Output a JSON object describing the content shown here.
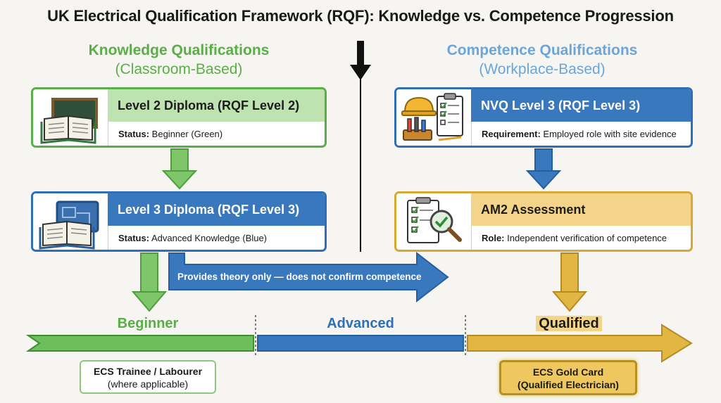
{
  "title": "UK Electrical Qualification Framework (RQF): Knowledge vs. Competence Progression",
  "colors": {
    "green": "#58ae48",
    "blue": "#2f6fb6",
    "gold": "#d5a838"
  },
  "knowledge": {
    "heading": "Knowledge Qualifications",
    "subheading": "(Classroom-Based)",
    "cards": [
      {
        "icon": "chalkboard-book-icon",
        "title": "Level 2 Diploma (RQF Level 2)",
        "label": "Status:",
        "text": " Beginner (Green)"
      },
      {
        "icon": "blueprint-book-icon",
        "title": "Level 3 Diploma (RQF Level 3)",
        "label": "Status:",
        "text": " Advanced Knowledge (Blue)"
      }
    ]
  },
  "competence": {
    "heading": "Competence Qualifications",
    "subheading": "(Workplace-Based)",
    "cards": [
      {
        "icon": "hardhat-tools-checklist-icon",
        "title": "NVQ Level 3 (RQF Level 3)",
        "label": "Requirement:",
        "text": " Employed role with site evidence"
      },
      {
        "icon": "checklist-magnifier-icon",
        "title": "AM2 Assessment",
        "label": "Role:",
        "text": " Independent verification of competence"
      }
    ]
  },
  "theory_note": "Provides theory only — does not confirm competence",
  "stages": {
    "beginner": "Beginner",
    "advanced": "Advanced",
    "qualified": "Qualified"
  },
  "outcomes": {
    "beginner": {
      "line1": "ECS Trainee / Labourer",
      "line2": "(where applicable)"
    },
    "qualified": {
      "line1": "ECS Gold Card",
      "line2": "(Qualified Electrician)"
    }
  }
}
